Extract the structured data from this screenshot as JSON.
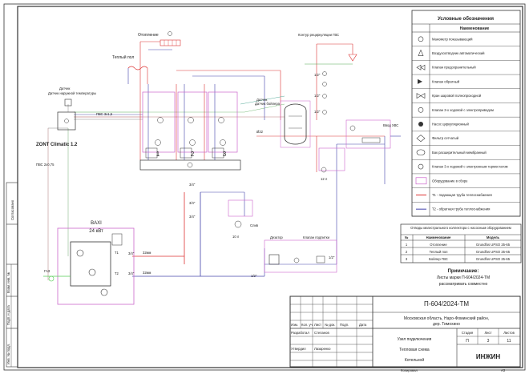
{
  "controller": {
    "name": "ZONT Climatic 1.2",
    "sensor_label": "Датчик наружной температуры",
    "cable_main": "ПВС 3х1,5",
    "cable_side": "ПВС 2х0,75"
  },
  "boiler": {
    "brand": "BAXI",
    "power": "24 кВт",
    "gas_label": "ГАЗ",
    "pipe_size": "32мм"
  },
  "pipes": {
    "heating": "Отопление",
    "warm_floor": "Теплый пол",
    "recirc_loop": "Контур рециркуляции ГВС",
    "boiler_sensor": "Датчик бойлера",
    "dia_32": "Ø32",
    "dia_34": "3/4\"",
    "dia_12": "1/2\"",
    "dia_1": "1\"",
    "water_in": "Ввод ХВС",
    "drain": "Слив",
    "desator": "Дезатор",
    "airvent_valve": "Клапан подпитки",
    "vol_10": "10 л",
    "vol_12": "12 л"
  },
  "manifold_numbers": [
    "1",
    "2",
    "3"
  ],
  "legend": {
    "title": "Условные обозначения",
    "header": "Наименование",
    "items": [
      {
        "sym": "manometer",
        "text": "Манометр показывающий"
      },
      {
        "sym": "airvent",
        "text": "Воздухоотводчик автоматический"
      },
      {
        "sym": "safety",
        "text": "Клапан предохранительный"
      },
      {
        "sym": "check",
        "text": "Клапан обратный"
      },
      {
        "sym": "ball",
        "text": "Кран шаровой полнопроходной"
      },
      {
        "sym": "threeway-drive",
        "text": "Клапан 3-х ходовой с электроприводом"
      },
      {
        "sym": "pump",
        "text": "Насос циркуляционный"
      },
      {
        "sym": "filter",
        "text": "Фильтр сетчатый"
      },
      {
        "sym": "tank",
        "text": "Бак расширительный мембранный"
      },
      {
        "sym": "threeway-thermo",
        "text": "Клапан 3-х ходовой с электронным термостатом"
      },
      {
        "sym": "assembly",
        "text": "Оборудование в сборе"
      },
      {
        "sym": "t1",
        "text": "Т1 - подающая труба теплоснабжения"
      },
      {
        "sym": "t2",
        "text": "Т2 - обратная труба теплоснабжения"
      }
    ]
  },
  "pumps_table": {
    "title": "Отводы магистрального коллектора с насосным оборудованием",
    "headers": [
      "№",
      "Наименование",
      "Модель"
    ],
    "rows": [
      [
        "1",
        "Отопление",
        "Grundfos UPSO 25-65"
      ],
      [
        "2",
        "Теплый пол",
        "Grundfos UPSO 25-65"
      ],
      [
        "3",
        "Бойлер ГВС",
        "Grundfos UPSO 25-65"
      ]
    ]
  },
  "note": {
    "title": "Примечание:",
    "text1": "Листы марки П-604/2024-ТМ",
    "text2": "рассматривать совместно"
  },
  "stamp": {
    "code": "П-604/2024-ТМ",
    "address1": "Московская область, Наро-Фоминский район,",
    "address2": "дер. Тимохино",
    "cols": [
      "Изм.",
      "Кол. уч.",
      "Лист",
      "№ док.",
      "Подп.",
      "Дата"
    ],
    "role1": "Разработал",
    "name1": "Степанов",
    "role2": "Утвердил",
    "name2": "Лазаренко",
    "sheet_title1": "Узел подключения",
    "sheet_title2": "Тепловая схема",
    "sheet_title3": "Котельной",
    "stage_hdr": "Стадия",
    "sheet_hdr": "Лист",
    "sheets_hdr": "Листов",
    "stage": "П",
    "sheet": "3",
    "sheets": "11",
    "company": "ИНЖИН",
    "copied": "Копировал",
    "format": "А3"
  },
  "side_stamp": [
    "Согласовано",
    "Взам. инв. №",
    "Подп. и дата",
    "Инв. № подл."
  ]
}
